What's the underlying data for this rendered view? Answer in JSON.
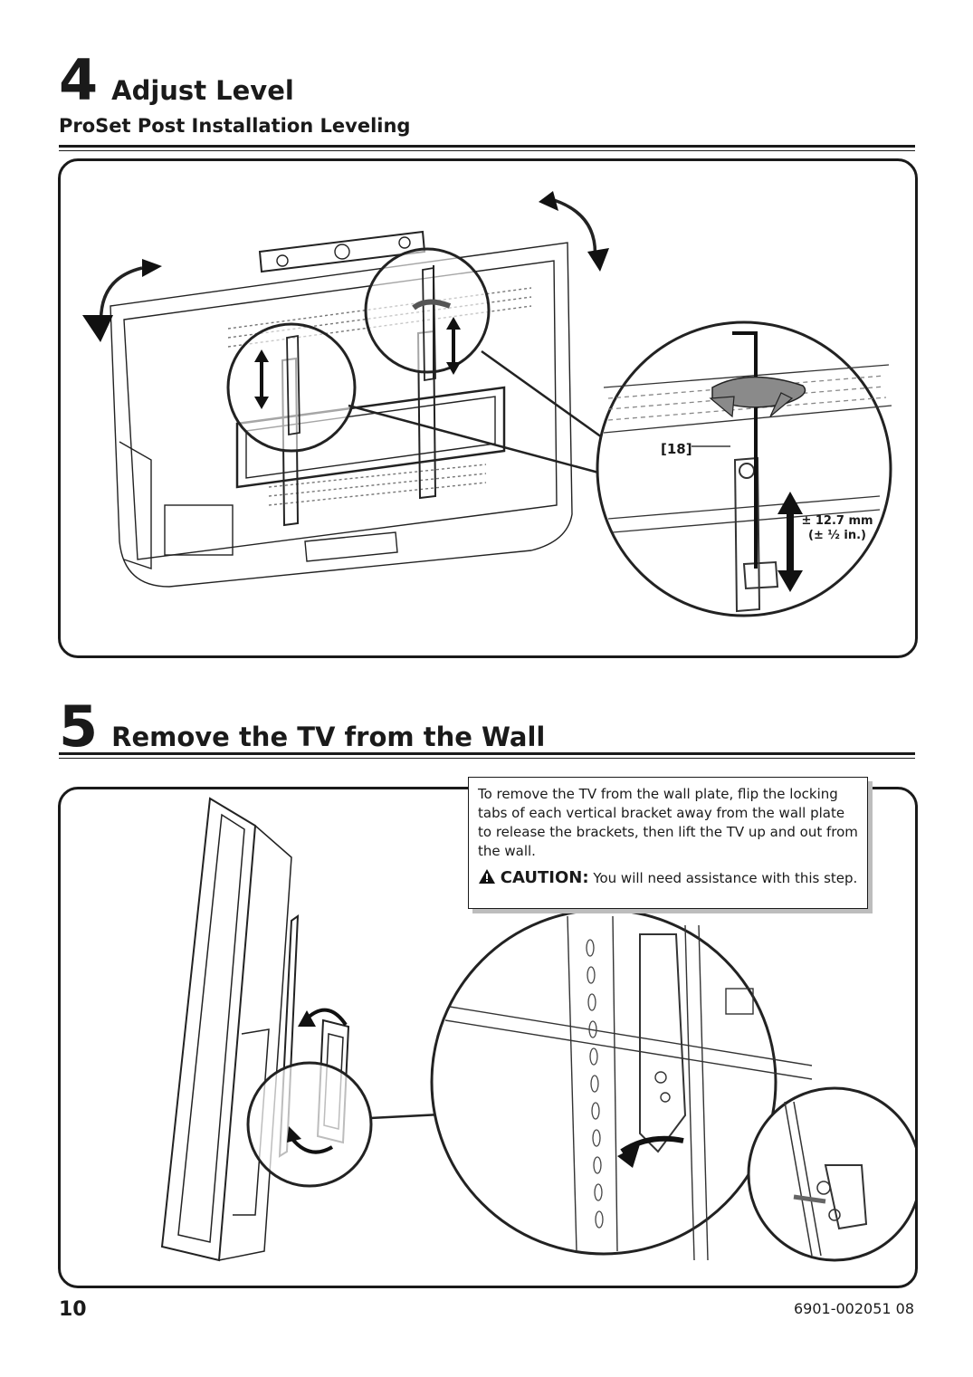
{
  "step4": {
    "number": "4",
    "title": "Adjust Level",
    "subtitle": "ProSet Post Installation Leveling",
    "part_label": "[18]",
    "measure_mm": "± 12.7 mm",
    "measure_in": "(± ½ in.)"
  },
  "step5": {
    "number": "5",
    "title": "Remove the TV from the Wall",
    "instruction": "To remove the TV from the wall plate, flip the locking tabs of each vertical bracket away from the wall plate to release the brackets, then lift the TV up and out from the wall.",
    "caution_label": "CAUTION:",
    "caution_text": "You will need assistance with this step."
  },
  "footer": {
    "page_number": "10",
    "doc_number": "6901-002051 08"
  },
  "icons": [
    "warning-triangle-icon",
    "rotate-arrow-icon",
    "vertical-adjust-arrow-icon"
  ]
}
